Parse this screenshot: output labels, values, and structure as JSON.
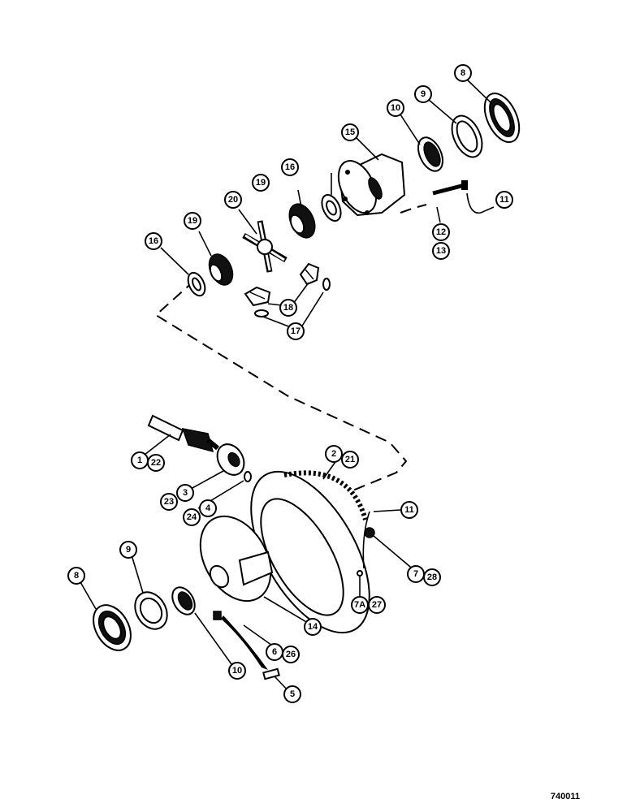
{
  "balloons": {
    "b8_top": "8",
    "b9_top": "9",
    "b10_top": "10",
    "b15": "15",
    "b11_top": "11",
    "b12": "12",
    "b13": "13",
    "b16_mid": "16",
    "b19_mid": "19",
    "b20": "20",
    "b19_left": "19",
    "b16_left": "16",
    "b18": "18",
    "b17": "17",
    "b1": "1",
    "b22": "22",
    "b2": "2",
    "b21": "21",
    "b23": "23",
    "b3": "3",
    "b24": "24",
    "b4": "4",
    "b11_bot": "11",
    "b7": "7",
    "b28": "28",
    "b9_bot": "9",
    "b8_bot": "8",
    "b14": "14",
    "b7a": "7A",
    "b27": "27",
    "b6": "6",
    "b26": "26",
    "b10_bot": "10",
    "b5": "5"
  },
  "catalog_number": "740011"
}
